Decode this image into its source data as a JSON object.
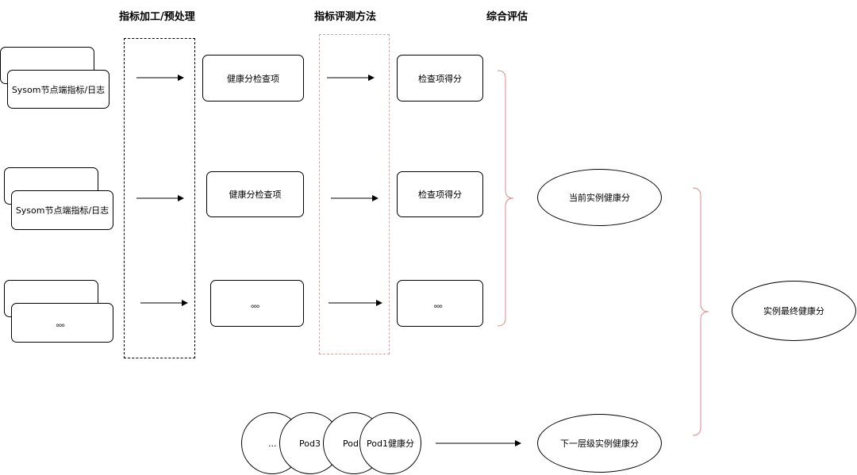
{
  "headers": {
    "preprocess": "指标加工/预处理",
    "evaluation": "指标评测方法",
    "comprehensive": "综合评估"
  },
  "sources": [
    {
      "label": "Sysom节点端指标/日志"
    },
    {
      "label": "Sysom节点端指标/日志"
    },
    {
      "label": "。。。"
    }
  ],
  "health_checks": [
    {
      "label": "健康分检查项"
    },
    {
      "label": "健康分检查项"
    },
    {
      "label": "。。。"
    }
  ],
  "scores": [
    {
      "label": "检查项得分"
    },
    {
      "label": "检查项得分"
    },
    {
      "label": "。。。"
    }
  ],
  "current_instance": "当前实例健康分",
  "final_score": "实例最终健康分",
  "lower_instance": "下一层级实例健康分",
  "pods": [
    {
      "label": "..."
    },
    {
      "label": "Pod3"
    },
    {
      "label": "Pod"
    },
    {
      "label": "Pod1健康分"
    }
  ],
  "colors": {
    "line": "#000000",
    "evaluation_border": "#c9a9a9",
    "brace": "#d98c8c"
  }
}
